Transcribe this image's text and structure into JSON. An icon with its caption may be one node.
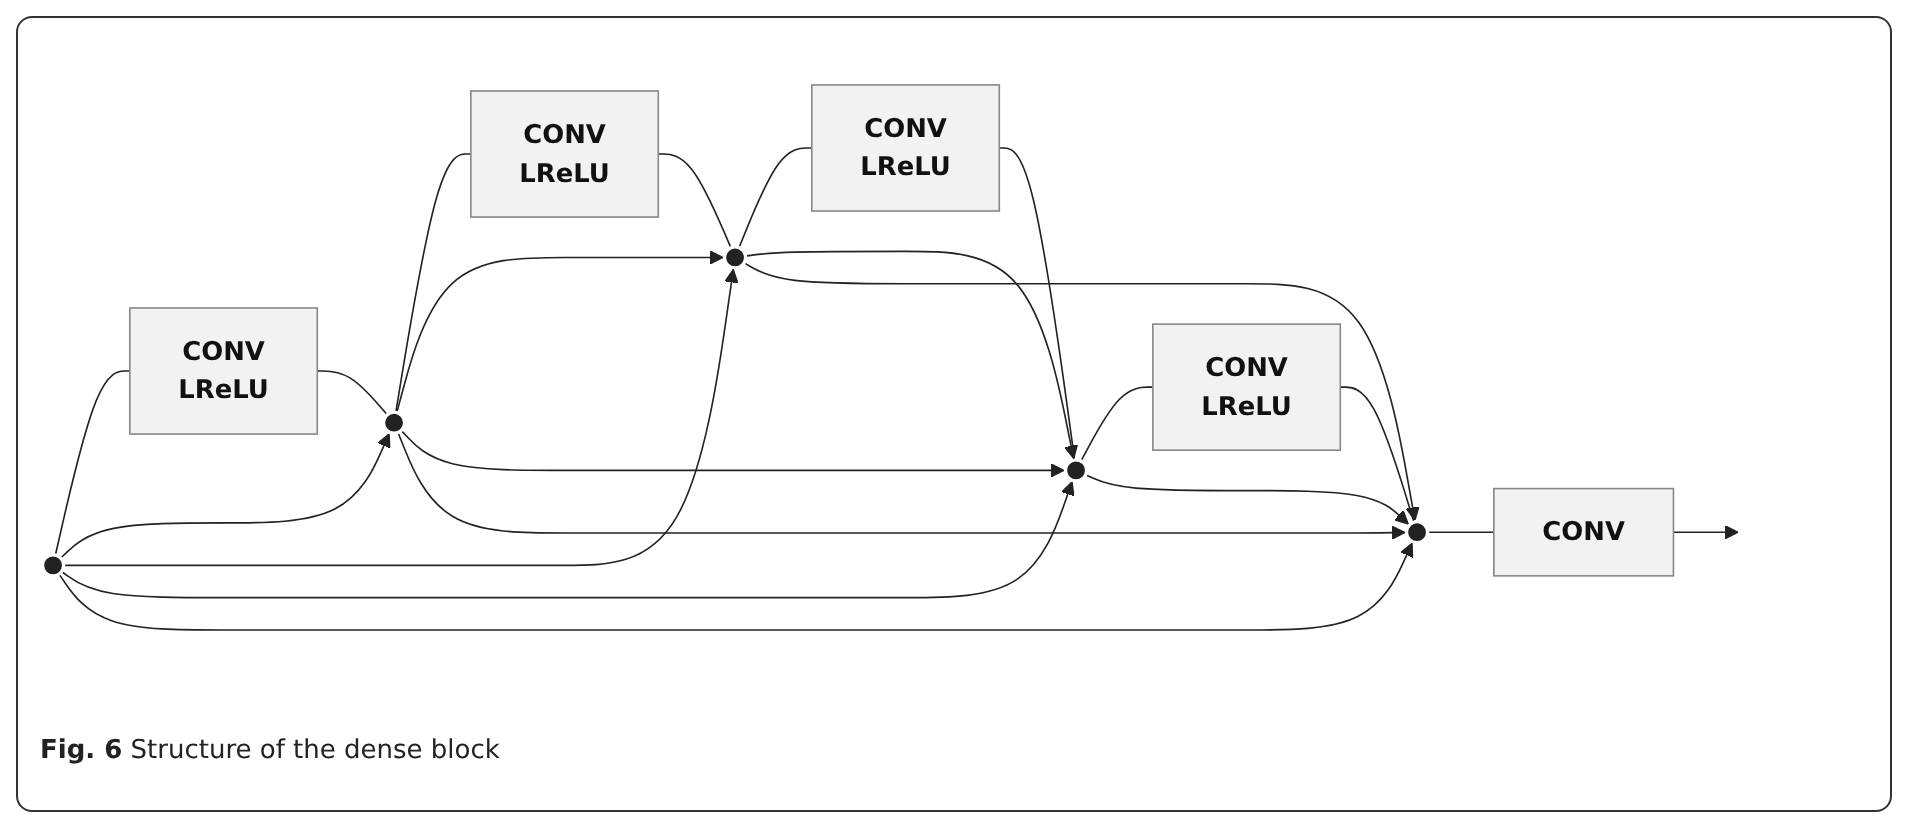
{
  "diagram": {
    "caption": "**Fig. 6** Structure of the dense block",
    "nodes": [
      {
        "text": [],
        "shape": "point"
      },
      {
        "text": [
          "CONV",
          "LReLU"
        ]
      },
      {
        "text": [],
        "shape": "point"
      },
      {
        "text": [
          "CONV",
          "LReLU"
        ]
      },
      {
        "text": [],
        "shape": "point"
      },
      {
        "text": [
          "CONV",
          "LReLU"
        ]
      },
      {
        "text": [],
        "shape": "point"
      },
      {
        "text": [
          "CONV",
          "LReLU"
        ]
      },
      {
        "text": [],
        "shape": "point"
      },
      {
        "text": [
          "CONV"
        ]
      }
    ],
    "edges": [
      {
        "from": 0,
        "to": 1,
        "arrow": "none"
      },
      {
        "from": 1,
        "to": 2,
        "arrow": "none"
      },
      {
        "from": 2,
        "to": 3,
        "arrow": "none"
      },
      {
        "from": 3,
        "to": 4,
        "arrow": "none"
      },
      {
        "from": 4,
        "to": 5,
        "arrow": "none"
      },
      {
        "from": 5,
        "to": 6,
        "arrow": "none"
      },
      {
        "from": 6,
        "to": 7,
        "arrow": "none"
      },
      {
        "from": 7,
        "to": 8,
        "arrow": "none"
      },
      {
        "from": 8,
        "to": 9,
        "arrow": "none"
      },
      {
        "from": 9,
        "to": null,
        "arrow": "to"
      },
      {
        "from": 0,
        "to": 2,
        "arrow": "to"
      },
      {
        "from": 0,
        "to": 4,
        "arrow": "to"
      },
      {
        "from": 0,
        "to": 6,
        "arrow": "to"
      },
      {
        "from": 0,
        "to": 8,
        "arrow": "to"
      },
      {
        "from": 2,
        "to": 4,
        "arrow": "to"
      },
      {
        "from": 2,
        "to": 6,
        "arrow": "to"
      },
      {
        "from": 2,
        "to": 8,
        "arrow": "to"
      },
      {
        "from": 4,
        "to": 6,
        "arrow": "to"
      },
      {
        "from": 4,
        "to": 8,
        "arrow": "to"
      },
      {
        "from": 6,
        "to": 8,
        "arrow": "to"
      }
    ]
  }
}
